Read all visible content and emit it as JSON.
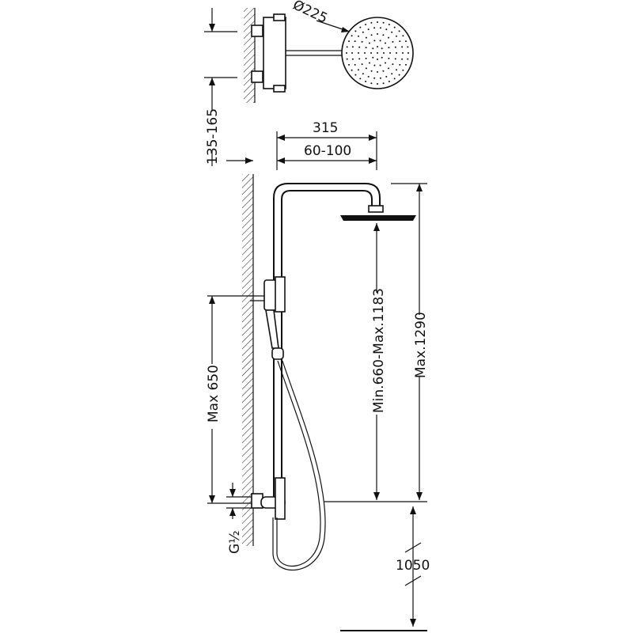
{
  "diagram": {
    "labels": {
      "head_diameter": "Ø225",
      "arm_length": "315",
      "wall_distance": "60-100",
      "inlet_spacing": "135-165",
      "height_range": "Min.660-Max.1183",
      "max_height": "Max.1290",
      "mixer_height": "Max 650",
      "thread": "G½",
      "floor_height": "1050"
    }
  }
}
